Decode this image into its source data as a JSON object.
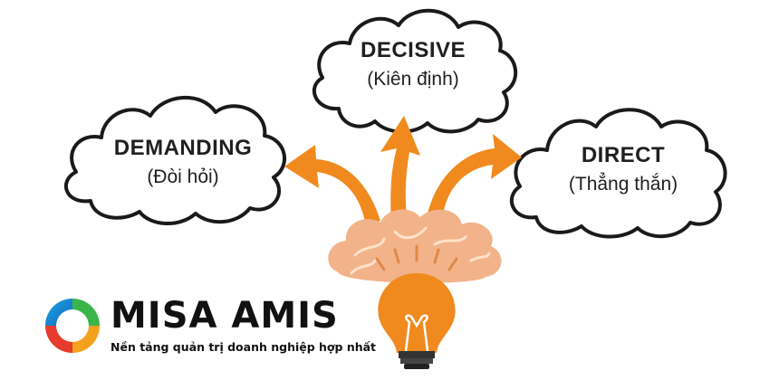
{
  "clouds": {
    "demanding": {
      "title": "DEMANDING",
      "subtitle": "(Đòi hỏi)"
    },
    "decisive": {
      "title": "DECISIVE",
      "subtitle": "(Kiên định)"
    },
    "direct": {
      "title": "DIRECT",
      "subtitle": "(Thẳng thắn)"
    }
  },
  "logo": {
    "name": "MISA AMIS",
    "tagline": "Nền tảng quản trị doanh nghiệp hợp nhất"
  },
  "icons": [
    "cloud-icon",
    "arrow-icon",
    "brain-icon",
    "lightbulb-icon",
    "misa-logo-icon"
  ],
  "colors": {
    "arrow": "#f08a1e",
    "brain": "#f2b38a",
    "bulb": "#f08a1e",
    "cloud_fill": "#ffffff",
    "cloud_outline": "#1a1a1a",
    "text": "#1f1f1f"
  }
}
